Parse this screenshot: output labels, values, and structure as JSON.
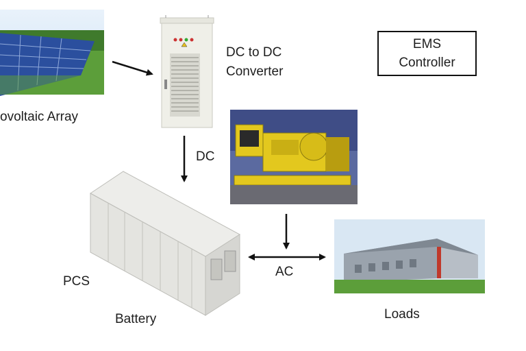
{
  "labels": {
    "pv_array": "ovoltaic Array",
    "dc_dc_line1": "DC to DC",
    "dc_dc_line2": "Converter",
    "ems_line1": "EMS",
    "ems_line2": "Controller",
    "dc": "DC",
    "ac": "AC",
    "pcs": "PCS",
    "battery": "Battery",
    "loads": "Loads"
  },
  "colors": {
    "sky": "#cfe3f5",
    "panel": "#2b4f9e",
    "grass": "#5c9e3a",
    "cabinet": "#efefe8",
    "generator": "#e3c81e",
    "container": "#e4e4e0",
    "building": "#9aa3ad",
    "arrow": "#111111"
  },
  "icons": [
    "solar-panel-image",
    "converter-cabinet-image",
    "generator-image",
    "battery-container-image",
    "factory-building-image"
  ]
}
